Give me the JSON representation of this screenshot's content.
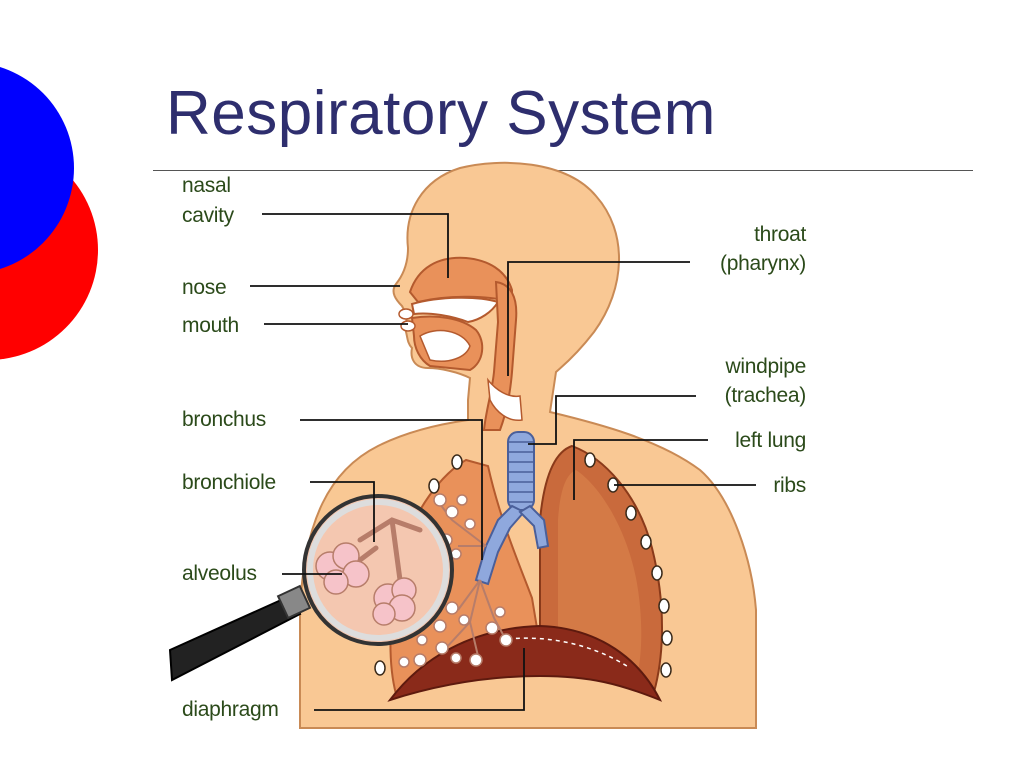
{
  "slide": {
    "title": "Respiratory System"
  },
  "colors": {
    "title_text": "#2e2e6e",
    "deco_red_circle": "#ff0000",
    "deco_blue_circle": "#0000ff",
    "skin": "#f9c894",
    "skin_outline": "#c98a55",
    "airway_orange": "#e9915a",
    "lung_brown": "#c96a3c",
    "trachea_blue": "#8fa8dd",
    "diaphragm_dark": "#8a2a1a",
    "alveoli_pink": "#f6c3c9",
    "label_text": "#2b4a1a"
  },
  "labels": {
    "nasal_cavity_line1": "nasal",
    "nasal_cavity_line2": "cavity",
    "nose": "nose",
    "mouth": "mouth",
    "bronchus": "bronchus",
    "bronchiole": "bronchiole",
    "alveolus": "alveolus",
    "diaphragm": "diaphragm",
    "throat_line1": "throat",
    "throat_line2": "(pharynx)",
    "windpipe_line1": "windpipe",
    "windpipe_line2": "(trachea)",
    "left_lung": "left lung",
    "ribs": "ribs"
  }
}
